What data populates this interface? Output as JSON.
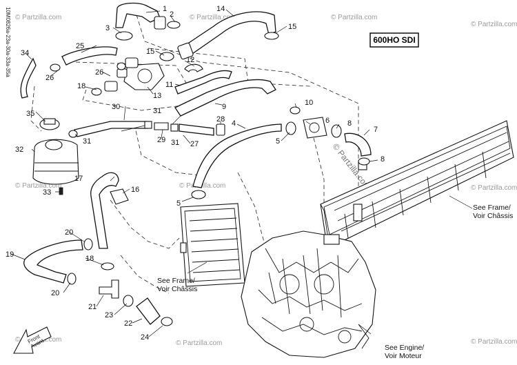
{
  "diagram": {
    "side_code": "10M0826a-23a-30a-33a-35a",
    "model_label": "600HO SDI",
    "watermark": "© Partzilla.com",
    "watermark_center": "© Partzilla.com",
    "callouts": [
      "1",
      "2",
      "3",
      "4",
      "5",
      "5",
      "6",
      "7",
      "8",
      "8",
      "9",
      "10",
      "11",
      "12",
      "13",
      "14",
      "15",
      "15",
      "16",
      "17",
      "18",
      "18",
      "19",
      "20",
      "20",
      "21",
      "22",
      "23",
      "24",
      "25",
      "26",
      "26",
      "27",
      "28",
      "29",
      "30",
      "31",
      "31",
      "31",
      "32",
      "33",
      "34",
      "35"
    ],
    "notes": {
      "frame_right": [
        "See Frame/",
        "Voir Châssis"
      ],
      "frame_center": [
        "See Frame/",
        "Voir Châssis"
      ],
      "engine": [
        "See Engine/",
        "Voir Moteur"
      ]
    },
    "front_arrow": [
      "Front",
      "Avant"
    ]
  }
}
